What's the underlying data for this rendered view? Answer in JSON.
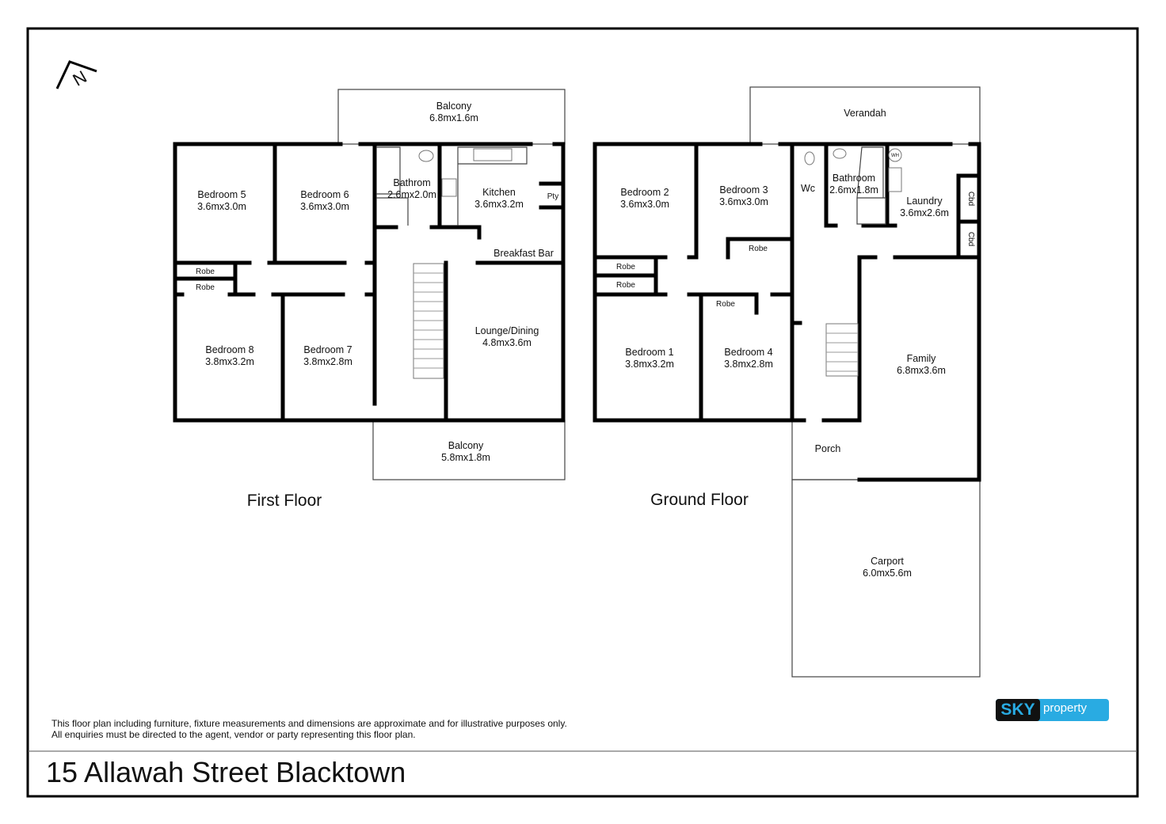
{
  "first_floor": {
    "label": "First Floor",
    "rooms": [
      {
        "name": "Balcony",
        "size": "6.8mx1.6m"
      },
      {
        "name": "Bedroom 5",
        "size": "3.6mx3.0m"
      },
      {
        "name": "Bedroom 6",
        "size": "3.6mx3.0m"
      },
      {
        "name": "Bathrom",
        "size": "2.6mx2.0m"
      },
      {
        "name": "Kitchen",
        "size": "3.6mx3.2m"
      },
      {
        "name": "Bedroom 8",
        "size": "3.8mx3.2m"
      },
      {
        "name": "Bedroom 7",
        "size": "3.8mx2.8m"
      },
      {
        "name": "Lounge/Dining",
        "size": "4.8mx3.6m"
      },
      {
        "name": "Balcony",
        "size": "5.8mx1.8m"
      }
    ],
    "pty": "Pty",
    "breakfast_bar": "Breakfast Bar",
    "robe1": "Robe",
    "robe2": "Robe"
  },
  "ground_floor": {
    "label": "Ground Floor",
    "verandah": "Verandah",
    "rooms": [
      {
        "name": "Bedroom 2",
        "size": "3.6mx3.0m"
      },
      {
        "name": "Bedroom 3",
        "size": "3.6mx3.0m"
      },
      {
        "name": "Bathroom",
        "size": "2.6mx1.8m"
      },
      {
        "name": "Laundry",
        "size": "3.6mx2.6m"
      },
      {
        "name": "Bedroom 1",
        "size": "3.8mx3.2m"
      },
      {
        "name": "Bedroom 4",
        "size": "3.8mx2.8m"
      },
      {
        "name": "Family",
        "size": "6.8mx3.6m"
      },
      {
        "name": "Carport",
        "size": "6.0mx5.6m"
      }
    ],
    "wc": "Wc",
    "wh": "WH",
    "cbd1": "Cbd",
    "cbd2": "Cbd",
    "porch": "Porch",
    "robe1": "Robe",
    "robe2": "Robe",
    "robe3": "Robe",
    "robe4": "Robe"
  },
  "disclaimer": [
    "This floor plan including furniture, fixture measurements and dimensions are approximate and for illustrative purposes only.",
    "All enquiries must be directed to the agent, vendor or party representing this floor plan."
  ],
  "address": "15 Allawah Street Blacktown",
  "logo": {
    "sky": "SKY",
    "property": "property"
  },
  "compass": "N"
}
